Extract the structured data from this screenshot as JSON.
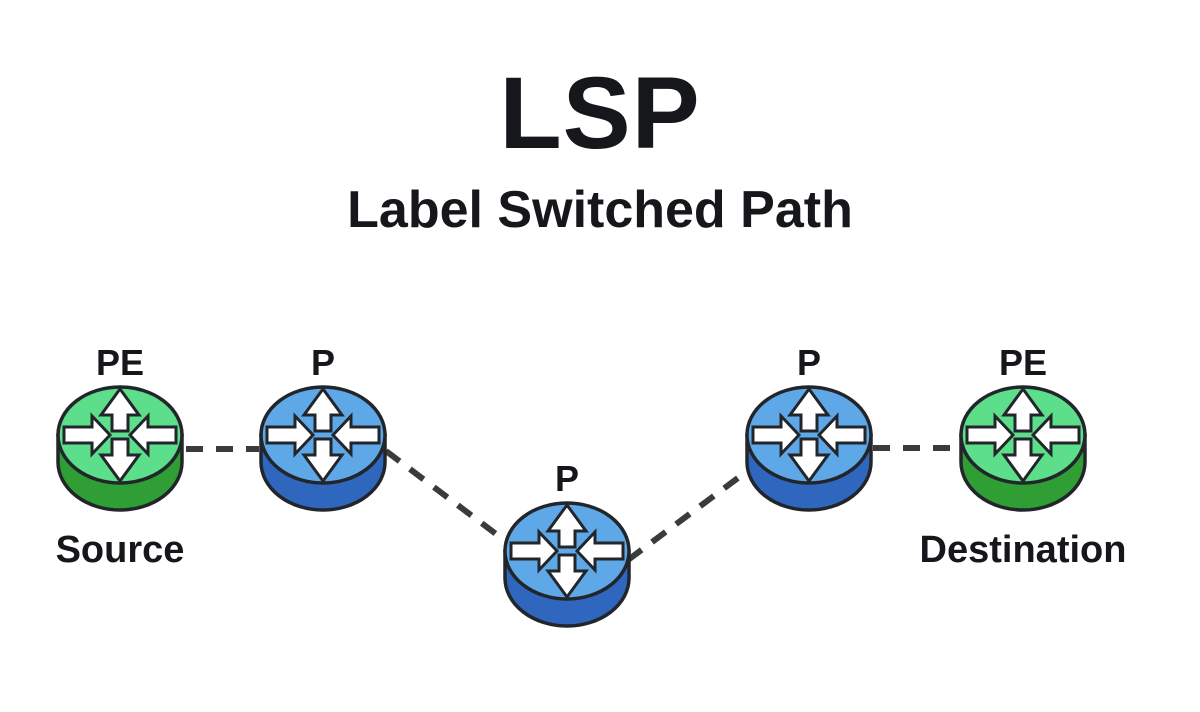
{
  "header": {
    "title": "LSP",
    "subtitle": "Label Switched Path"
  },
  "colors": {
    "background": "#ffffff",
    "text": "#15171a",
    "outline": "#22262b",
    "arrow_fill": "#ffffff",
    "link_dash": "#3b3b3b",
    "pe_router_top": "#5dde8b",
    "pe_router_side": "#2e9e35",
    "p_router_top": "#5fa8e8",
    "p_router_side": "#2f67bf"
  },
  "nodes": [
    {
      "id": "pe-source",
      "label": "PE",
      "sublabel": "Source",
      "role": "provider-edge-router",
      "color": "green"
    },
    {
      "id": "p-left",
      "label": "P",
      "sublabel": "",
      "role": "provider-core-router",
      "color": "blue"
    },
    {
      "id": "p-middle",
      "label": "P",
      "sublabel": "",
      "role": "provider-core-router",
      "color": "blue"
    },
    {
      "id": "p-right",
      "label": "P",
      "sublabel": "",
      "role": "provider-core-router",
      "color": "blue"
    },
    {
      "id": "pe-destination",
      "label": "PE",
      "sublabel": "Destination",
      "role": "provider-edge-router",
      "color": "green"
    }
  ],
  "links": [
    {
      "from": "pe-source",
      "to": "p-left",
      "style": "dashed"
    },
    {
      "from": "p-left",
      "to": "p-middle",
      "style": "dashed"
    },
    {
      "from": "p-middle",
      "to": "p-right",
      "style": "dashed"
    },
    {
      "from": "p-right",
      "to": "pe-destination",
      "style": "dashed"
    }
  ]
}
